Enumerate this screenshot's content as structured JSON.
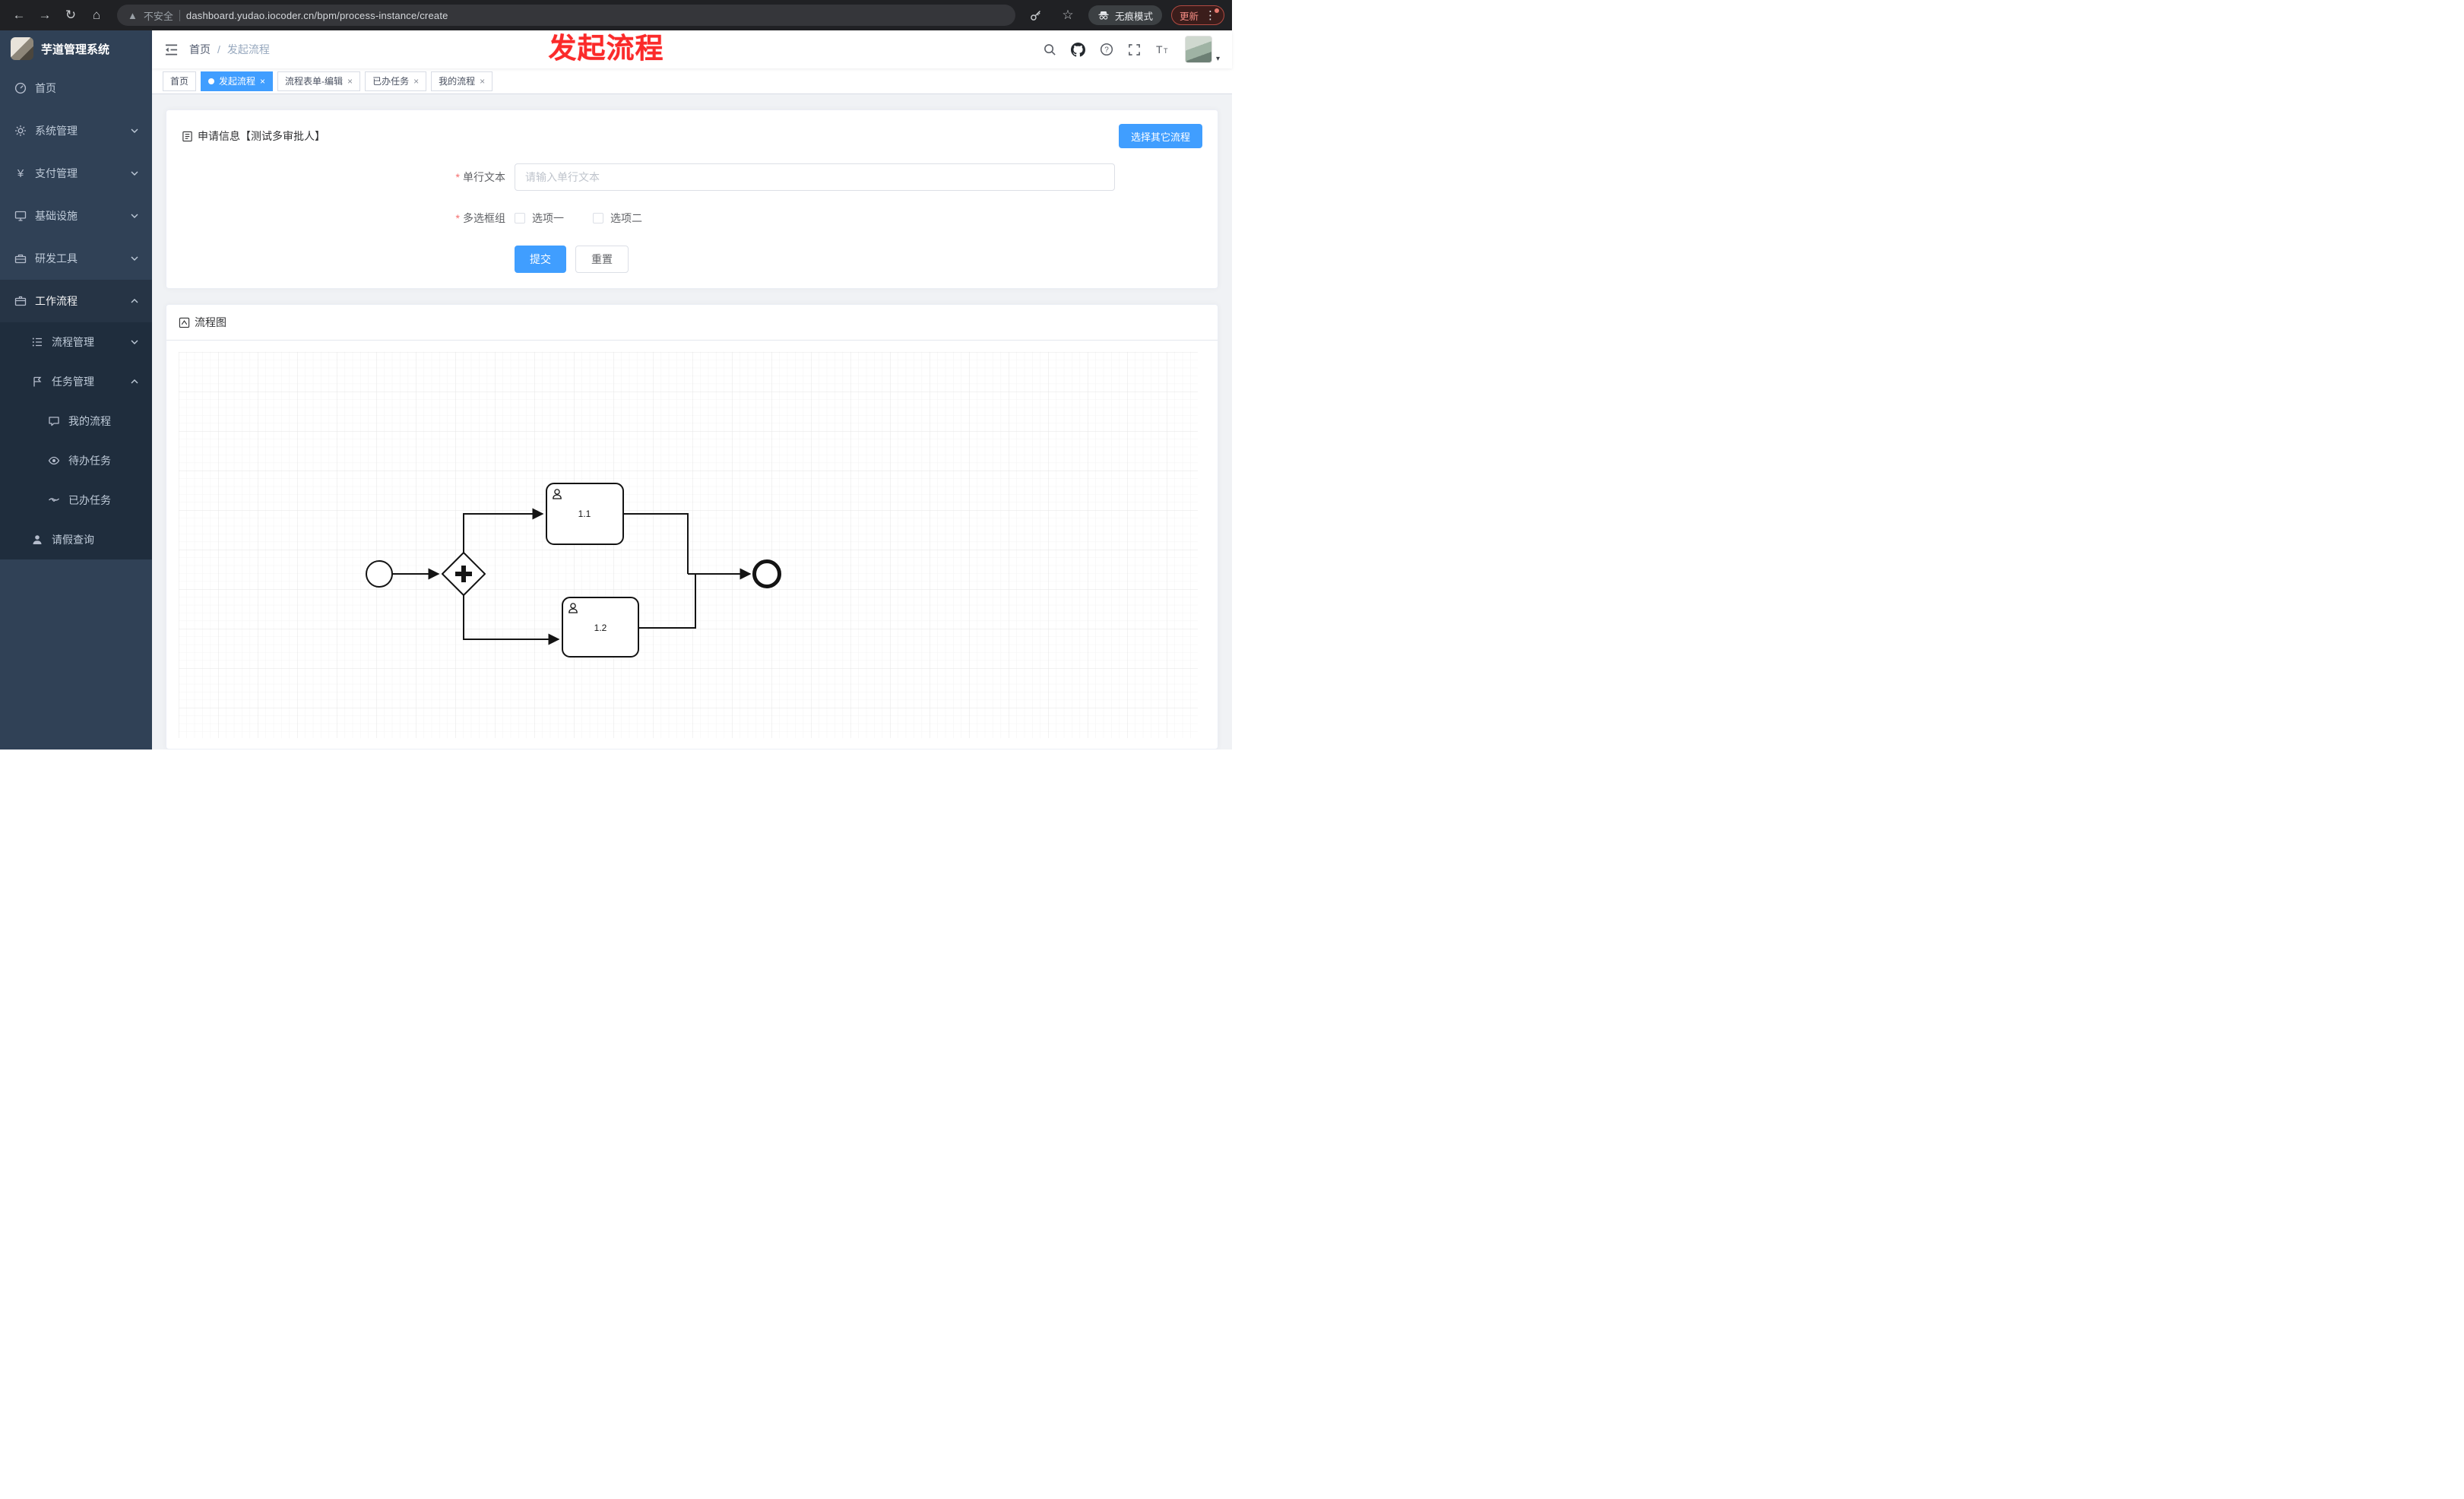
{
  "browser": {
    "security_label": "不安全",
    "url": "dashboard.yudao.iocoder.cn/bpm/process-instance/create",
    "incognito_label": "无痕模式",
    "update_label": "更新"
  },
  "app_title": "芋道管理系统",
  "overlay_title": "发起流程",
  "colors": {
    "accent": "#409eff",
    "sidebar_bg": "#304156",
    "submenu_bg": "#1f2d3d",
    "required_red": "#f56c6c",
    "annotation_red": "#fb2a2a"
  },
  "sidebar": {
    "items": [
      {
        "label": "首页",
        "icon": "dashboard-icon"
      },
      {
        "label": "系统管理",
        "icon": "gear-icon"
      },
      {
        "label": "支付管理",
        "icon": "payment-icon"
      },
      {
        "label": "基础设施",
        "icon": "infrastructure-icon"
      },
      {
        "label": "研发工具",
        "icon": "devtools-icon"
      },
      {
        "label": "工作流程",
        "icon": "workflow-icon",
        "expanded": true
      }
    ],
    "workflow_children": [
      {
        "label": "流程管理",
        "icon": "process-list-icon",
        "expanded": false
      },
      {
        "label": "任务管理",
        "icon": "task-flag-icon",
        "expanded": true
      }
    ],
    "task_children": [
      {
        "label": "我的流程",
        "icon": "chat-icon"
      },
      {
        "label": "待办任务",
        "icon": "eye-icon"
      },
      {
        "label": "已办任务",
        "icon": "completed-icon"
      }
    ],
    "leave_item": {
      "label": "请假查询",
      "icon": "user-icon"
    }
  },
  "breadcrumb": {
    "home": "首页",
    "current": "发起流程"
  },
  "tabs": [
    {
      "label": "首页",
      "active": false,
      "closable": false
    },
    {
      "label": "发起流程",
      "active": true,
      "closable": true
    },
    {
      "label": "流程表单-编辑",
      "active": false,
      "closable": true
    },
    {
      "label": "已办任务",
      "active": false,
      "closable": true
    },
    {
      "label": "我的流程",
      "active": false,
      "closable": true
    }
  ],
  "form_card": {
    "title": "申请信息【测试多审批人】",
    "select_other_label": "选择其它流程",
    "fields": {
      "text": {
        "label": "单行文本",
        "placeholder": "请输入单行文本",
        "value": "",
        "required": true
      },
      "checkbox_group": {
        "label": "多选框组",
        "required": true,
        "options": [
          {
            "label": "选项一",
            "checked": false
          },
          {
            "label": "选项二",
            "checked": false
          }
        ]
      }
    },
    "submit_label": "提交",
    "reset_label": "重置"
  },
  "diagram_card": {
    "title": "流程图",
    "nodes": {
      "start": "",
      "gateway": "parallel-gateway",
      "task1": "1.1",
      "task2": "1.2",
      "end": ""
    }
  }
}
